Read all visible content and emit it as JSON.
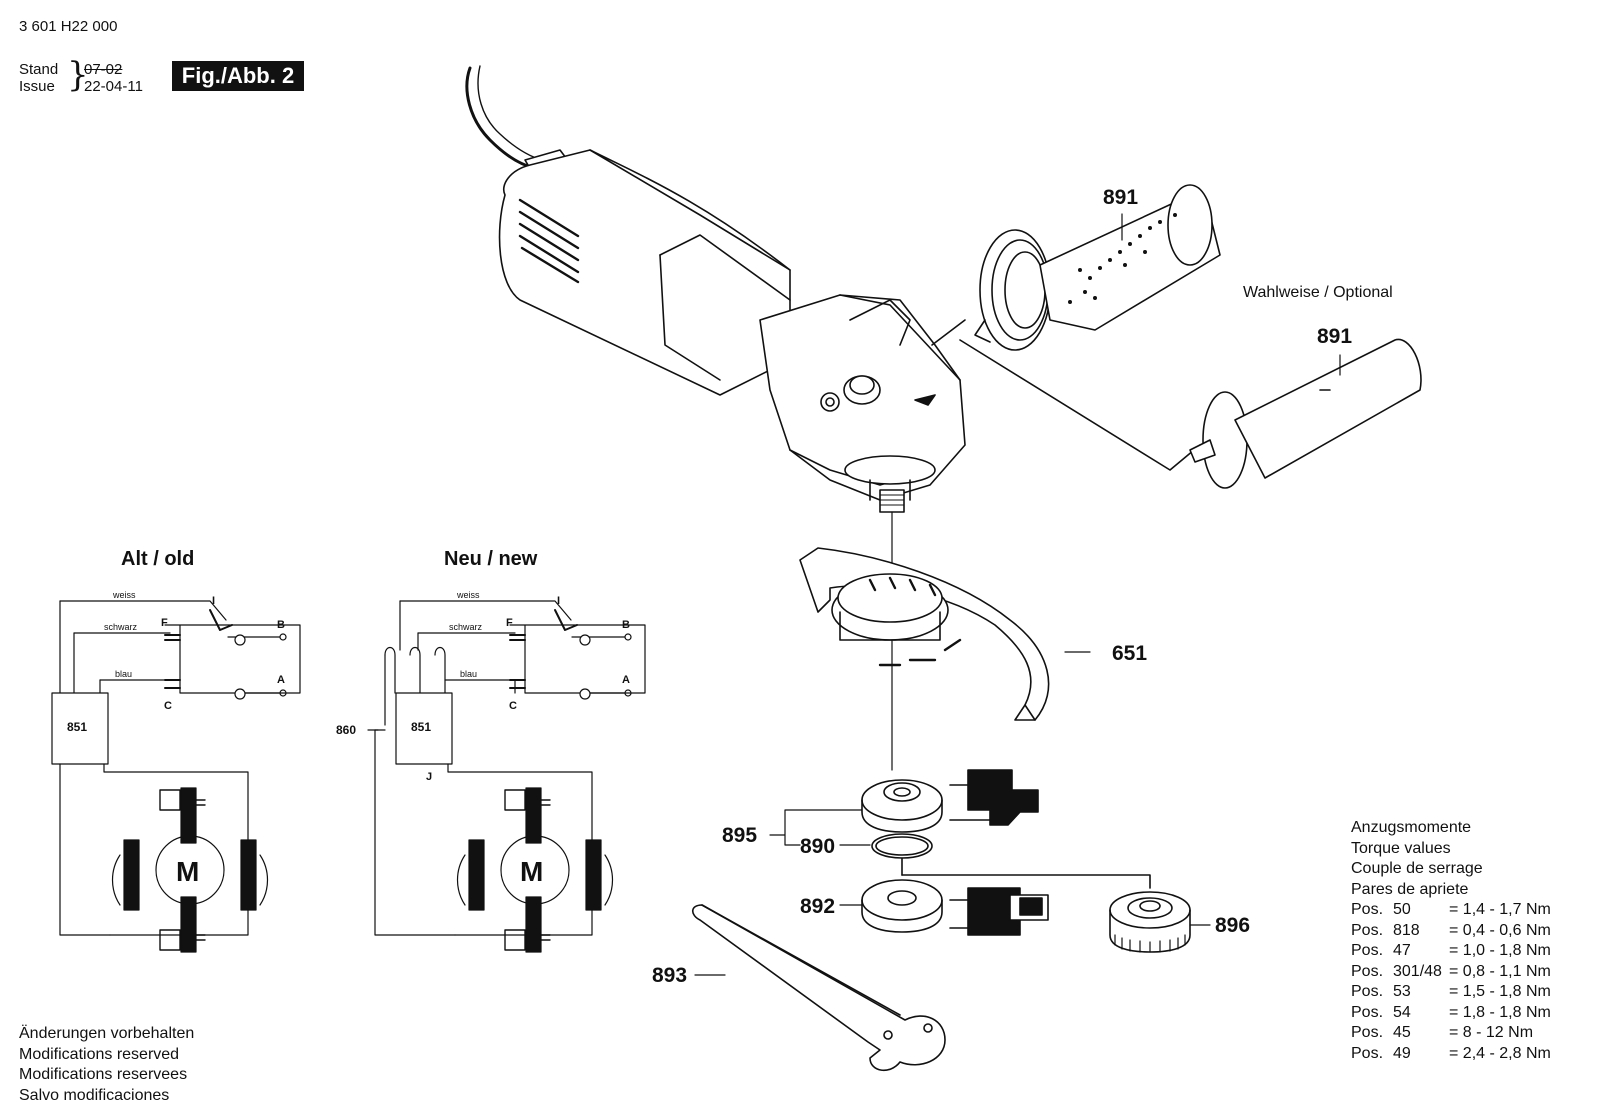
{
  "header": {
    "part_number": "3 601 H22 000",
    "stand_label": "Stand",
    "issue_label": "Issue",
    "stand_date_old": "07-02",
    "issue_date": "22-04-11",
    "figure_label": "Fig./Abb. 2"
  },
  "callouts": {
    "handle_top": "891",
    "handle_optional": "891",
    "optional_label": "Wahlweise / Optional",
    "guard": "651",
    "flange_group": "895",
    "oring": "890",
    "nut": "892",
    "quick_nut": "896",
    "wrench": "893"
  },
  "schematics": {
    "old_title": "Alt / old",
    "new_title": "Neu / new",
    "wire_weiss": "weiss",
    "wire_schwarz": "schwarz",
    "wire_blau": "blau",
    "switch_I": "I",
    "term_F": "F",
    "term_B": "B",
    "term_C": "C",
    "term_A": "A",
    "term_J": "J",
    "module": "851",
    "filter": "860",
    "motor": "M"
  },
  "torque": {
    "lines": [
      "Anzugsmomente",
      "Torque values",
      "Couple de serrage",
      "Pares de apriete"
    ],
    "rows": [
      {
        "label": "Pos.",
        "pos": "50",
        "value": "= 1,4 - 1,7 Nm"
      },
      {
        "label": "Pos.",
        "pos": "818",
        "value": "= 0,4 - 0,6 Nm"
      },
      {
        "label": "Pos.",
        "pos": "47",
        "value": "= 1,0 - 1,8 Nm"
      },
      {
        "label": "Pos.",
        "pos": "301/48",
        "value": "= 0,8 - 1,1 Nm"
      },
      {
        "label": "Pos.",
        "pos": "53",
        "value": "= 1,5 - 1,8 Nm"
      },
      {
        "label": "Pos.",
        "pos": "54",
        "value": "= 1,8 - 1,8 Nm"
      },
      {
        "label": "Pos.",
        "pos": "45",
        "value": "= 8 - 12 Nm"
      },
      {
        "label": "Pos.",
        "pos": "49",
        "value": "= 2,4 - 2,8 Nm"
      }
    ]
  },
  "footer": {
    "lines": [
      "Änderungen vorbehalten",
      "Modifications reserved",
      "Modifications reservees",
      "Salvo modificaciones"
    ]
  }
}
